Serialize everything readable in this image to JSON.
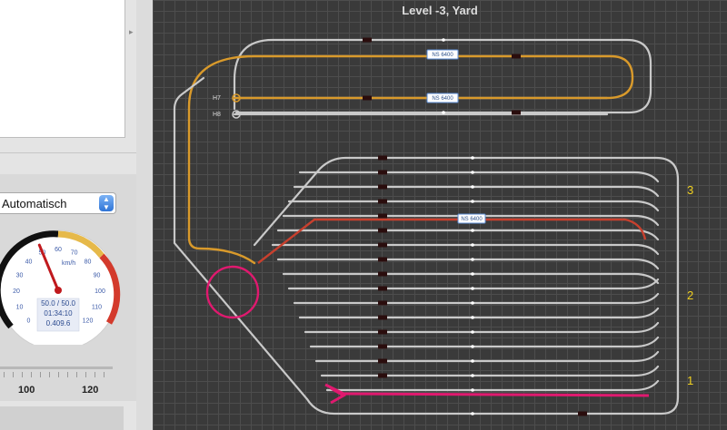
{
  "left_panel": {
    "mode_label": "Automatisch",
    "gauge": {
      "unit": "km/h",
      "ticks": [
        "0",
        "10",
        "20",
        "30",
        "40",
        "50",
        "60",
        "70",
        "80",
        "90",
        "100",
        "110",
        "120"
      ],
      "speed_reading": "50.0 / 50.0",
      "time_reading": "01:34:10",
      "distance_reading": "0.409.6",
      "needle_value": 50,
      "max_value": 120
    },
    "slider_labels": [
      "100",
      "120"
    ]
  },
  "canvas": {
    "title": "Level -3, Yard",
    "track_labels": [
      "H7",
      "H8"
    ],
    "train_tags": [
      "NS 6400",
      "NS 6400",
      "NS 6400"
    ],
    "section_labels": [
      "3",
      "2",
      "1"
    ],
    "colors": {
      "background": "#3a3a3a",
      "track": "#c9c9c9",
      "route_orange": "#d99a2b",
      "route_red": "#c8402e",
      "route_pink": "#e0196f",
      "label_yellow": "#f0d020",
      "highlight_circle": "#e0196f"
    }
  }
}
